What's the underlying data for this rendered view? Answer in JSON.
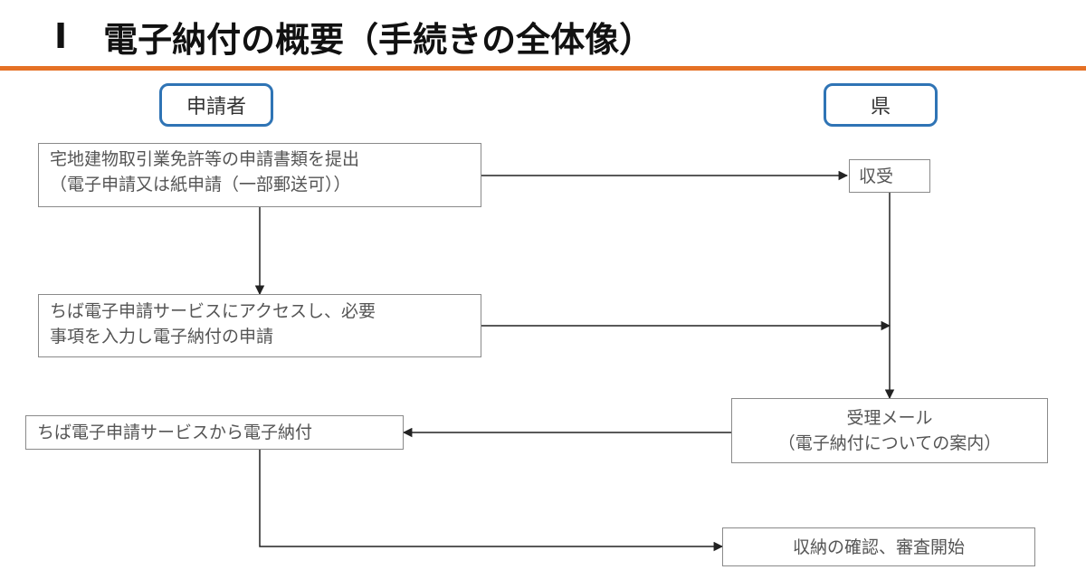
{
  "header": {
    "number": "I",
    "title": "電子納付の概要（手続きの全体像）"
  },
  "lanes": {
    "applicant": "申請者",
    "prefecture": "県"
  },
  "steps": {
    "submit": [
      "宅地建物取引業免許等の申請書類を提出",
      "（電子申請又は紙申請（一部郵送可））"
    ],
    "receive": "収受",
    "apply": [
      "ちば電子申請サービスにアクセスし、必要",
      "事項を入力し電子納付の申請"
    ],
    "pay": "ちば電子申請サービスから電子納付",
    "acceptance_mail": [
      "受理メール",
      "（電子納付についての案内）"
    ],
    "confirm": "収納の確認、審査開始"
  },
  "colors": {
    "accent_rule": "#e57125",
    "lane_border": "#2f74b5",
    "box_border": "#8a8a8a",
    "arrow": "#222222"
  }
}
